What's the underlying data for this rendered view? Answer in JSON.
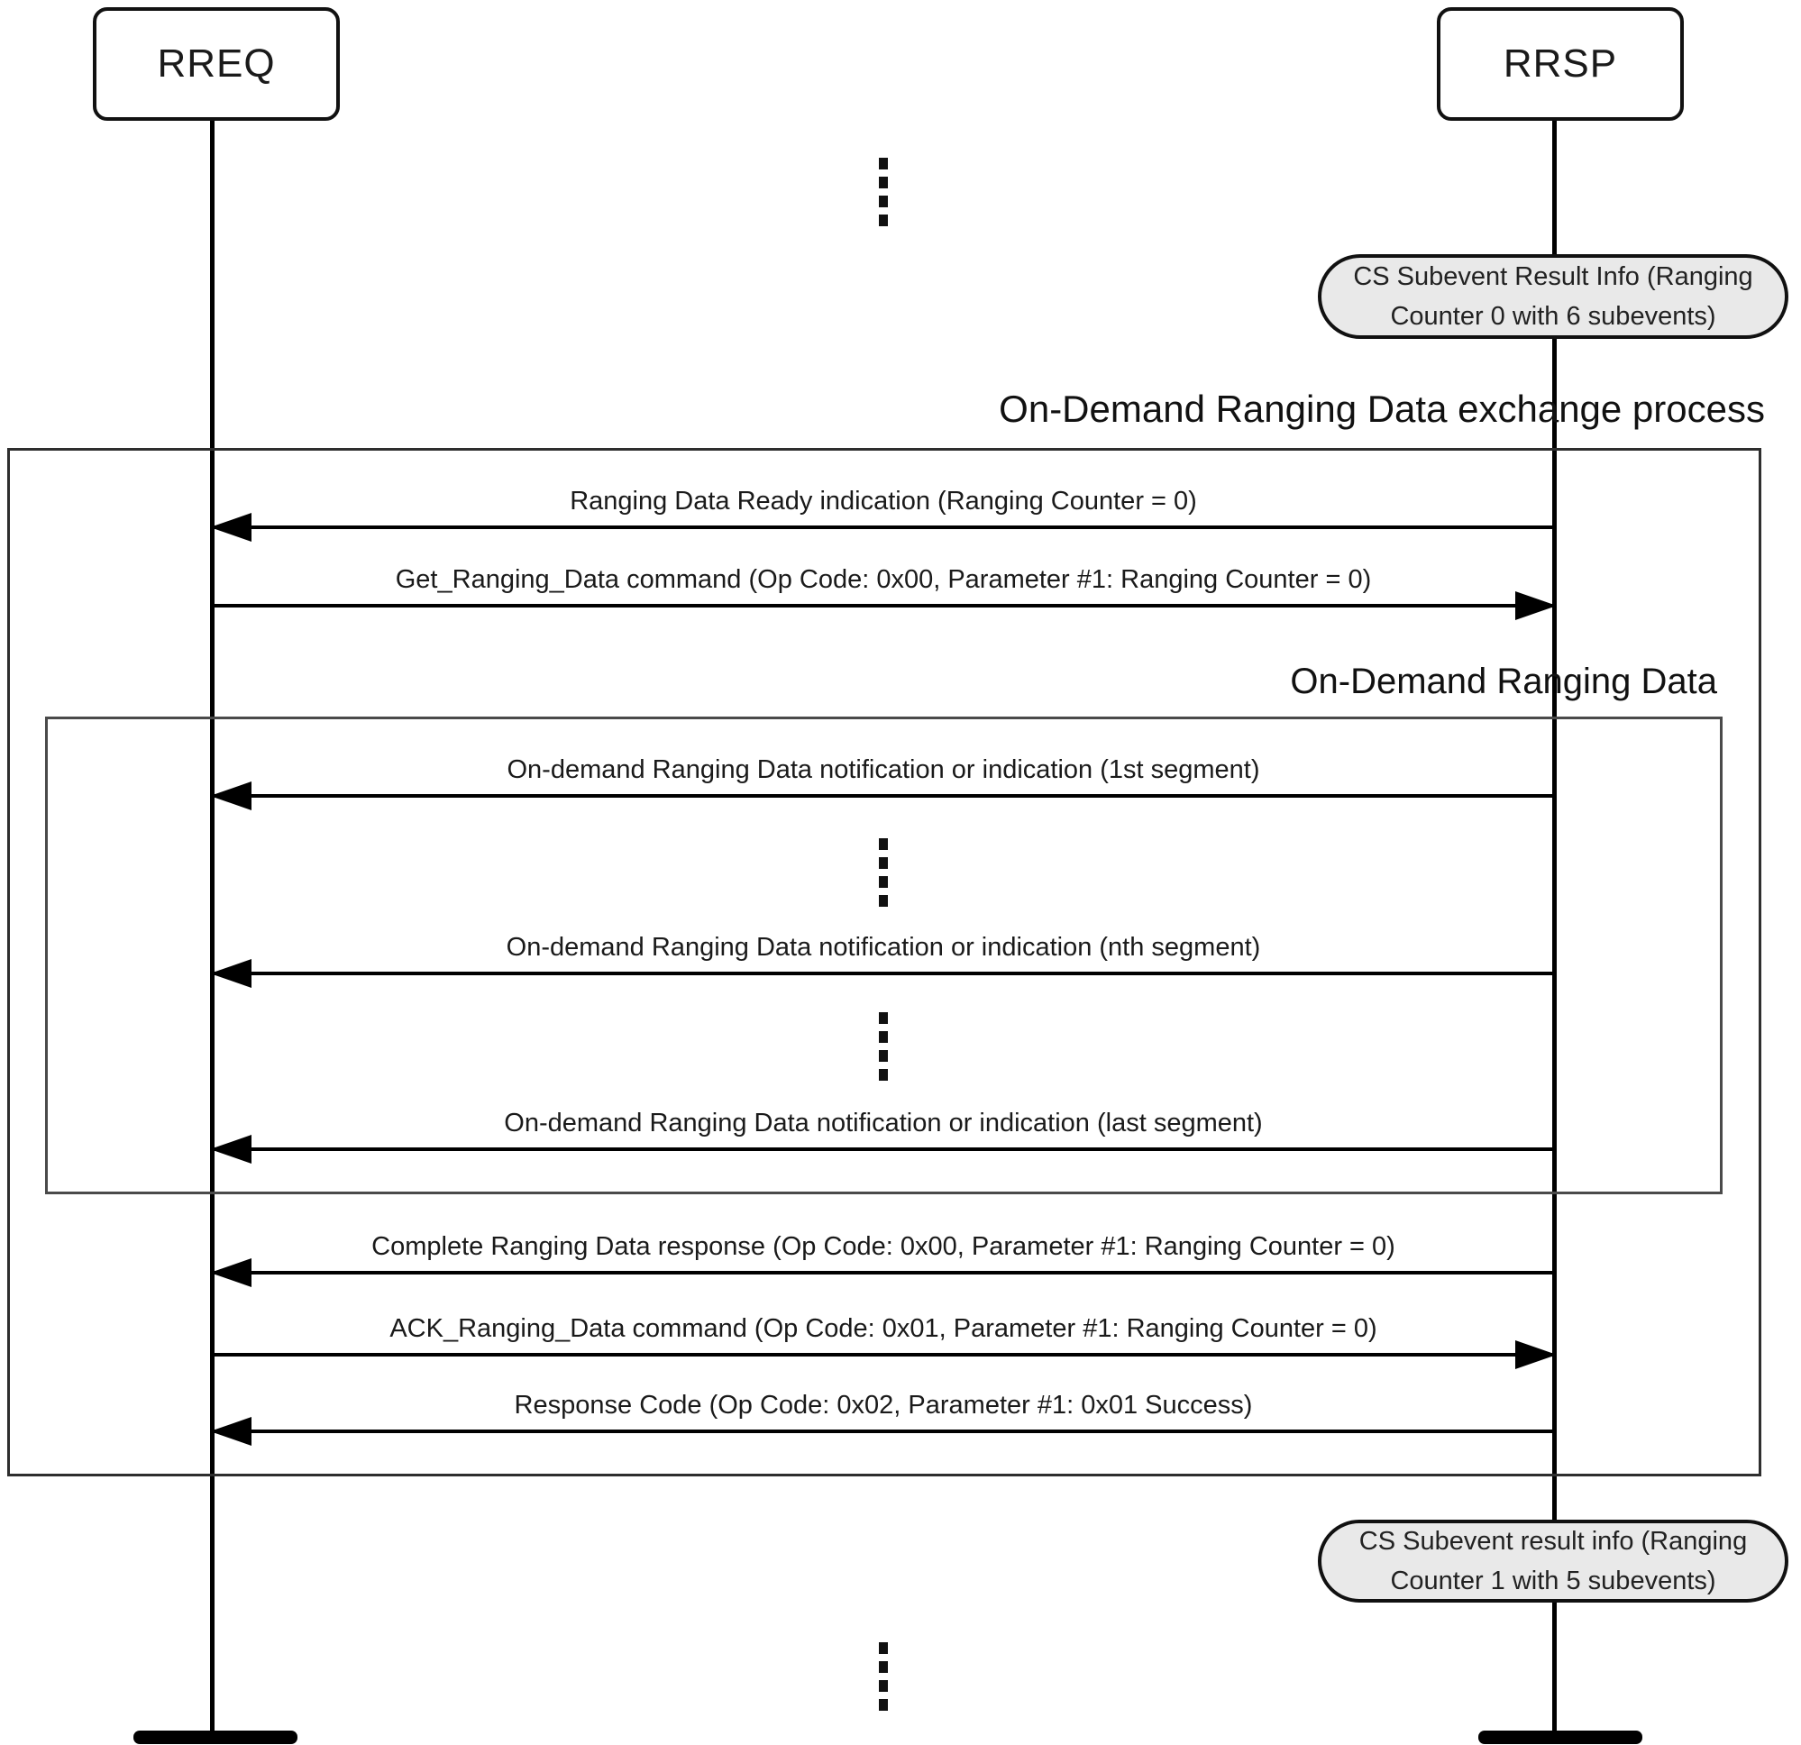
{
  "diagram": {
    "type": "sequence-diagram",
    "colors": {
      "line": "#000000",
      "note_fill": "#e9e9e9",
      "text": "#1a1a1a"
    },
    "actors": [
      {
        "label": "RREQ"
      },
      {
        "label": "RRSP"
      }
    ],
    "frames": [
      {
        "title": "On-Demand Ranging Data exchange process"
      },
      {
        "title": "On-Demand Ranging Data"
      }
    ],
    "notes": [
      {
        "label": "CS Subevent Result Info (Ranging Counter 0 with 6 subevents)",
        "lifeline": "RRSP"
      },
      {
        "label": "CS Subevent result info (Ranging Counter 1 with 5 subevents)",
        "lifeline": "RRSP"
      }
    ],
    "messages": [
      {
        "label": "Ranging Data Ready indication (Ranging Counter = 0)",
        "direction": "left"
      },
      {
        "label": "Get_Ranging_Data command (Op Code: 0x00, Parameter #1: Ranging Counter = 0)",
        "direction": "right"
      },
      {
        "label": "On-demand Ranging Data notification or indication (1st segment)",
        "direction": "left"
      },
      {
        "label": "On-demand Ranging Data notification or indication (nth segment)",
        "direction": "left"
      },
      {
        "label": "On-demand Ranging Data notification or indication (last segment)",
        "direction": "left"
      },
      {
        "label": "Complete Ranging Data response (Op Code: 0x00, Parameter #1: Ranging Counter = 0)",
        "direction": "left"
      },
      {
        "label": "ACK_Ranging_Data command (Op Code: 0x01, Parameter #1: Ranging Counter = 0)",
        "direction": "right"
      },
      {
        "label": "Response Code (Op Code: 0x02, Parameter #1: 0x01 Success)",
        "direction": "left"
      }
    ]
  }
}
